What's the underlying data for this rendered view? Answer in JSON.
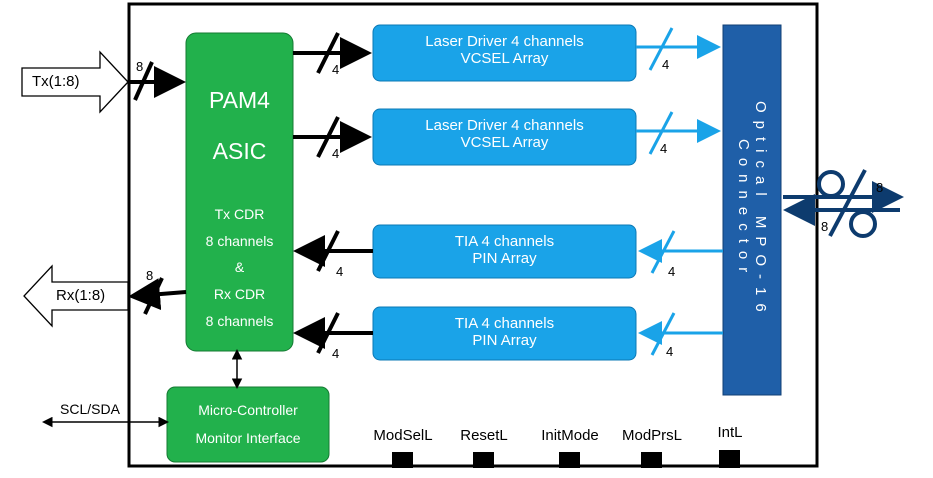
{
  "asic": {
    "title_line1": "PAM4",
    "title_line2": "ASIC",
    "detail_lines": [
      "Tx CDR",
      "8 channels",
      "&",
      "Rx CDR",
      "8 channels"
    ]
  },
  "tx_port": {
    "label": "Tx(1:8)",
    "lanes": "8"
  },
  "rx_port": {
    "label": "Rx(1:8)",
    "lanes": "8"
  },
  "laser_drivers": [
    {
      "line1": "Laser Driver 4 channels",
      "line2": "VCSEL Array"
    },
    {
      "line1": "Laser Driver 4 channels",
      "line2": "VCSEL Array"
    }
  ],
  "tia_blocks": [
    {
      "line1": "TIA 4 channels",
      "line2": "PIN Array"
    },
    {
      "line1": "TIA 4 channels",
      "line2": "PIN Array"
    }
  ],
  "lane_count": "4",
  "connector": {
    "label": "Optical MPO-16 Connector"
  },
  "optical_link": {
    "tx_lanes": "8",
    "rx_lanes": "8"
  },
  "micro_controller": {
    "line1": "Micro-Controller",
    "line2": "Monitor Interface"
  },
  "i2c": {
    "label": "SCL/SDA"
  },
  "pins": [
    "ModSelL",
    "ResetL",
    "InitMode",
    "ModPrsL",
    "IntL"
  ],
  "colors": {
    "asic": "#22b14c",
    "blue_block": "#1aa3e8",
    "connector": "#1f5fa8",
    "optical": "#0d3b6e",
    "optical_arrow": "#1aa3e8"
  }
}
